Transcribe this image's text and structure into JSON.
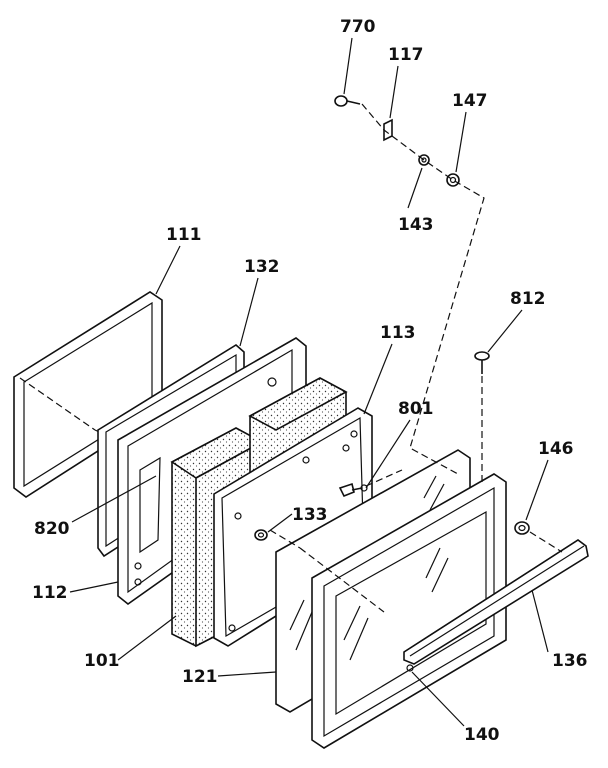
{
  "diagram": {
    "labels": {
      "p770": "770",
      "p117": "117",
      "p147": "147",
      "p143": "143",
      "p111": "111",
      "p132": "132",
      "p812": "812",
      "p113": "113",
      "p801": "801",
      "p146": "146",
      "p820": "820",
      "p133": "133",
      "p112": "112",
      "p101": "101",
      "p136": "136",
      "p121": "121",
      "p140": "140"
    }
  }
}
